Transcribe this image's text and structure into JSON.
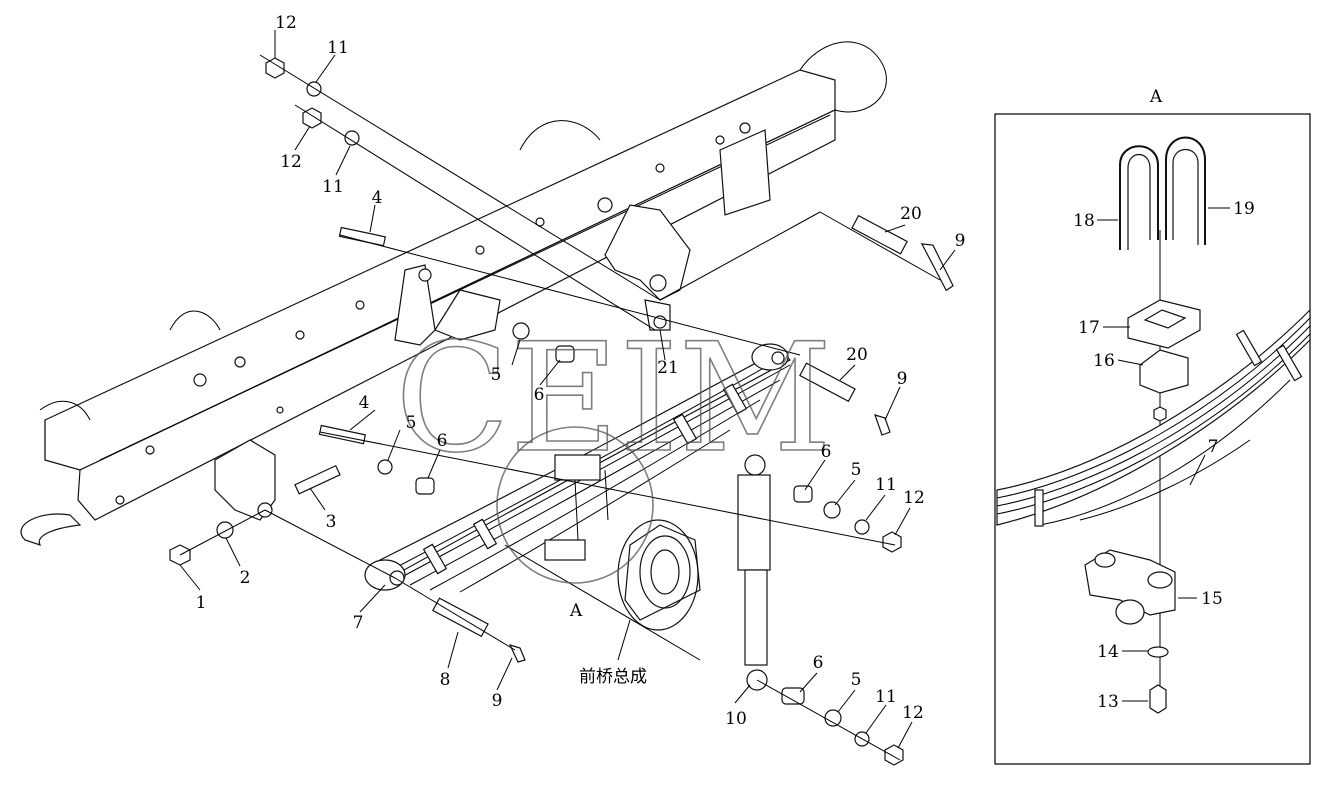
{
  "watermark": "CEIM",
  "detail_view": {
    "title": "A"
  },
  "callouts": {
    "c1": "1",
    "c2": "2",
    "c3": "3",
    "c4a": "4",
    "c4b": "4",
    "c5a": "5",
    "c5b": "5",
    "c5c": "5",
    "c5d": "5",
    "c6a": "6",
    "c6b": "6",
    "c6c": "6",
    "c6d": "6",
    "c7a": "7",
    "c7b": "7",
    "c8": "8",
    "c9a": "9",
    "c9b": "9",
    "c9c": "9",
    "c10": "10",
    "c11a": "11",
    "c11b": "11",
    "c11c": "11",
    "c11d": "11",
    "c12a": "12",
    "c12b": "12",
    "c12c": "12",
    "c12d": "12",
    "c13": "13",
    "c14": "14",
    "c15": "15",
    "c16": "16",
    "c17": "17",
    "c18": "18",
    "c19": "19",
    "c20a": "20",
    "c20b": "20",
    "c21": "21",
    "a_mark": "A"
  },
  "axle_label": "前桥总成"
}
